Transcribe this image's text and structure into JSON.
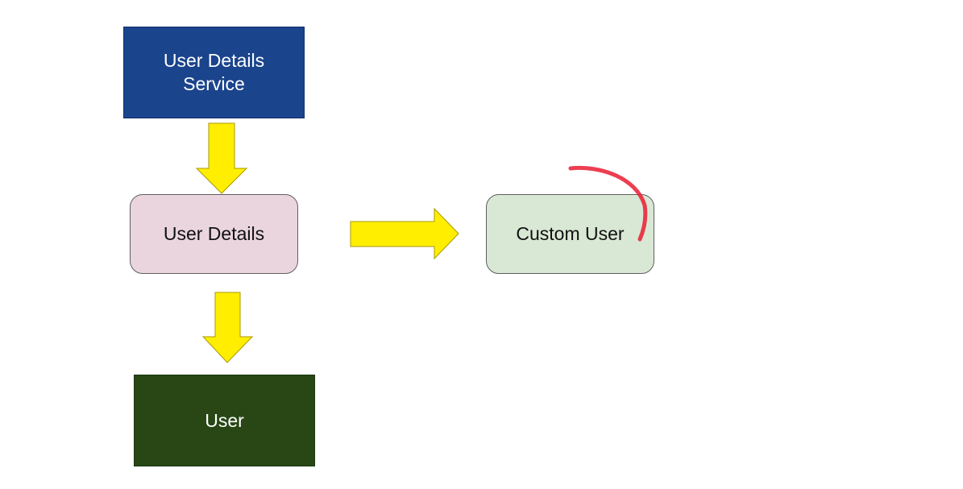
{
  "diagram": {
    "nodes": [
      {
        "id": "service",
        "label": "User Details\nService",
        "fill": "#1a448c",
        "text_color": "#ffffff"
      },
      {
        "id": "details",
        "label": "User Details",
        "fill": "#ead5df",
        "text_color": "#111111"
      },
      {
        "id": "custom",
        "label": "Custom User",
        "fill": "#d9e8d4",
        "text_color": "#111111"
      },
      {
        "id": "user",
        "label": "User",
        "fill": "#284714",
        "text_color": "#ffffff"
      }
    ],
    "edges": [
      {
        "from": "service",
        "to": "details",
        "direction": "down"
      },
      {
        "from": "details",
        "to": "user",
        "direction": "down"
      },
      {
        "from": "details",
        "to": "custom",
        "direction": "right"
      }
    ],
    "colors": {
      "arrow_fill": "#ffee00",
      "arrow_stroke": "#a89a00",
      "annotation_stroke": "#ea1c33"
    }
  }
}
